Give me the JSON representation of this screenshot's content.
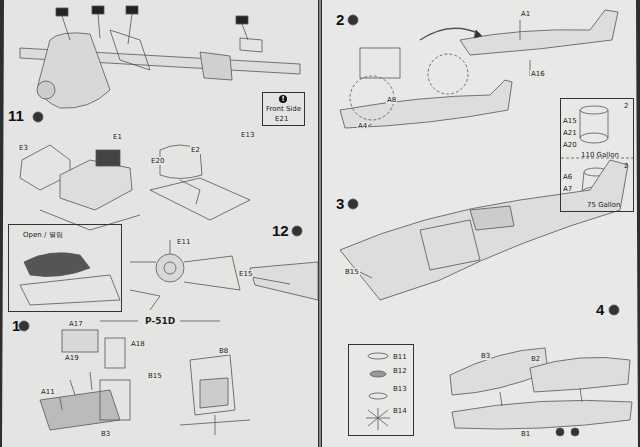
{
  "diagram": {
    "nodes": [
      {
        "text": [
          "!",
          "Front Side",
          "E21"
        ]
      },
      {
        "text": [
          "Open / 열림"
        ]
      },
      {
        "text": [
          "2",
          "A15",
          "A21",
          "A20",
          "110 Gallon",
          "2",
          "A6",
          "A7",
          "75 Gallon"
        ]
      },
      {
        "text": [
          "B11",
          "B12",
          "B13",
          "B14"
        ]
      }
    ],
    "labels": [
      "11",
      "E3",
      "E1",
      "E20",
      "E2",
      "E13",
      "12",
      "E11",
      "E15",
      "P-51D",
      "1",
      "A17",
      "A19",
      "A18",
      "A11",
      "B15",
      "B8",
      "B3",
      "2",
      "A1",
      "A16",
      "A8",
      "A4",
      "3",
      "B15",
      "4",
      "B3",
      "B2",
      "B1"
    ]
  }
}
